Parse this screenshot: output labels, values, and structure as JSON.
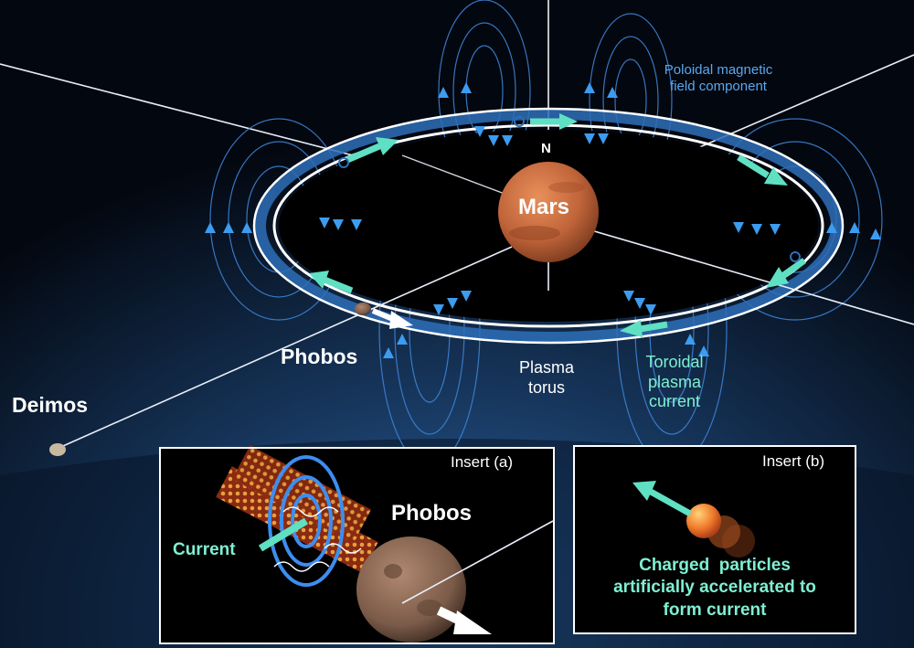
{
  "labels": {
    "mars": "Mars",
    "north": "N",
    "poloidal_line1": "Poloidal magnetic",
    "poloidal_line2": "field component",
    "phobos": "Phobos",
    "deimos": "Deimos",
    "plasma_torus_line1": "Plasma",
    "plasma_torus_line2": "torus",
    "toroidal_line1": "Toroidal",
    "toroidal_line2": "plasma",
    "toroidal_line3": "current"
  },
  "insert_a": {
    "title": "Insert (a)",
    "phobos": "Phobos",
    "current": "Current"
  },
  "insert_b": {
    "title": "Insert (b)",
    "caption_line1": "Charged  particles",
    "caption_line2": "artificially accelerated to",
    "caption_line3": "form current"
  },
  "colors": {
    "background_top": "#02060f",
    "background_glow": "#1f4f86",
    "field_lines": "#3c82d2",
    "arrow_blue": "#3c9cf0",
    "current_arrow": "#5fe0c2",
    "torus_ring": "#ffffff",
    "mars": "#c8693a",
    "label_blue": "#5aa8f0",
    "label_cyan": "#7ff0d2"
  }
}
